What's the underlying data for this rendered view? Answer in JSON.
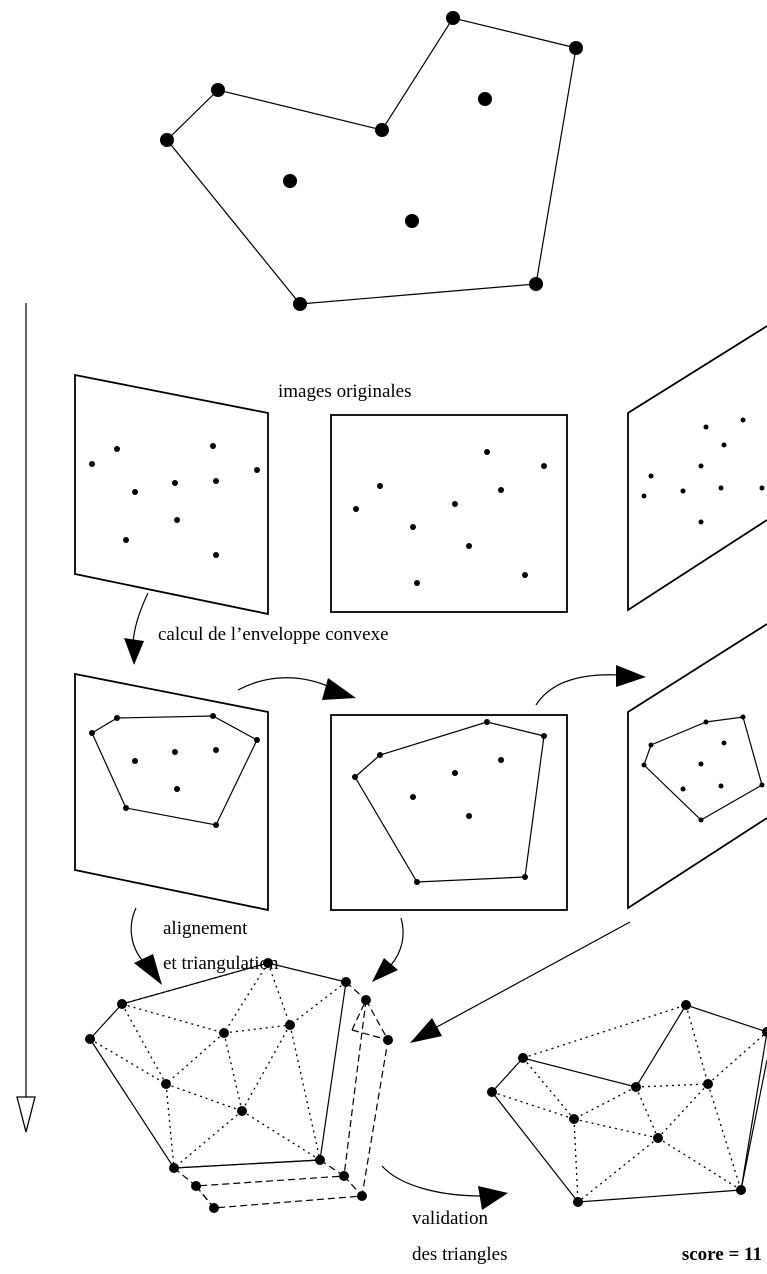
{
  "labels": {
    "original_images": "images originales",
    "convex_hull": "calcul de l’enveloppe convexe",
    "alignment_line1": "alignement",
    "alignment_line2": "et triangulation",
    "validation_line1": "validation",
    "validation_line2": "des triangles",
    "score": "score = 11"
  },
  "icons": {
    "vertical_arrow": "hollow-arrowhead-down",
    "curved_arrow": "filled-arrowhead"
  }
}
